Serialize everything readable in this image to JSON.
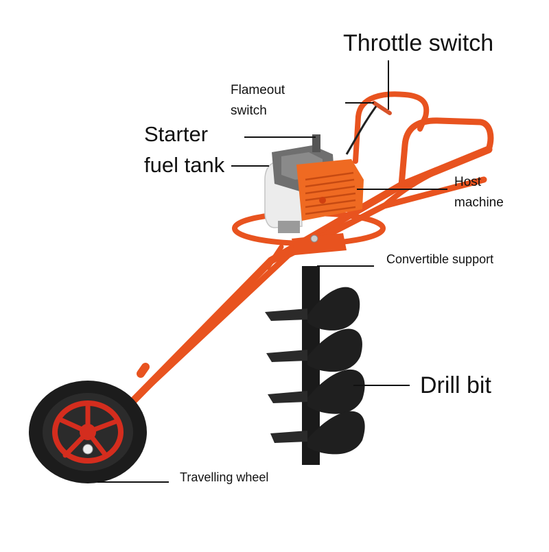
{
  "labels": {
    "throttle_switch": "Throttle switch",
    "flameout_switch_line1": "Flameout",
    "flameout_switch_line2": "switch",
    "starter": "Starter",
    "fuel_tank": "fuel tank",
    "host_machine_line1": "Host",
    "host_machine_line2": "machine",
    "convertible_support": "Convertible support",
    "drill_bit": "Drill bit",
    "travelling_wheel": "Travelling wheel"
  },
  "colors": {
    "frame": "#e8531f",
    "frame_dark": "#b8390f",
    "engine_white": "#eeeeee",
    "engine_gray": "#6f6f6f",
    "auger": "#1a1a1a",
    "tire": "#1c1c1c",
    "rim": "#d42d1e",
    "leader": "#111111",
    "text": "#111111"
  }
}
